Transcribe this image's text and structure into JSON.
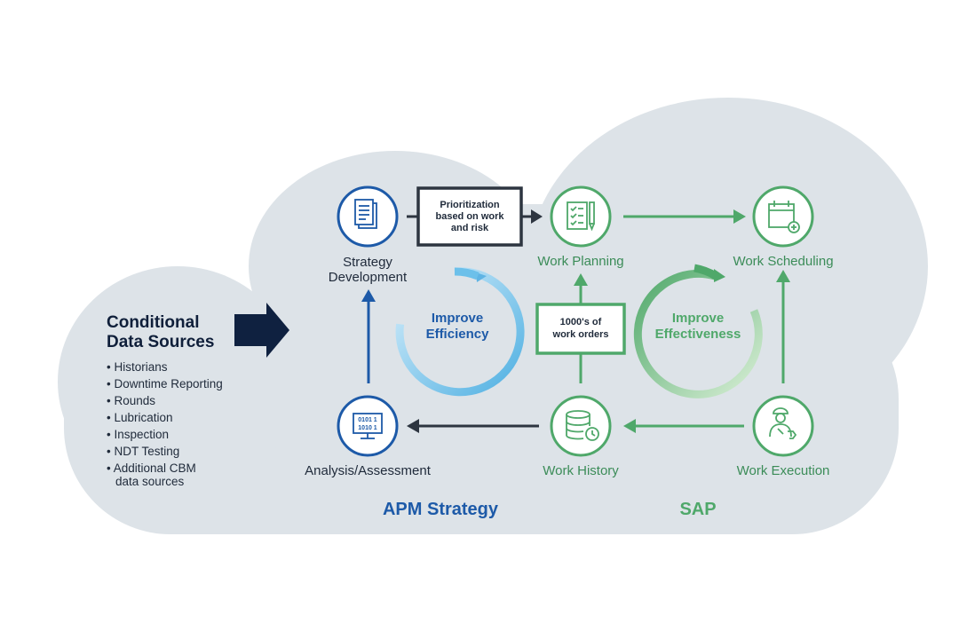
{
  "colors": {
    "cloud": "#dde3e8",
    "navy": "#0f2140",
    "blue": "#1d5aa8",
    "light_blue": "#5fb4e4",
    "green": "#4fa86a",
    "light_green": "#a9d8a4",
    "dark_box": "#2d3540"
  },
  "sources": {
    "title_line1": "Conditional",
    "title_line2": "Data Sources",
    "items": [
      "• Historians",
      "• Downtime Reporting",
      "• Rounds",
      "• Lubrication",
      "• Inspection",
      "• NDT Testing",
      "• Additional CBM"
    ],
    "item_continuation": "data sources"
  },
  "nodes": {
    "strategy_line1": "Strategy",
    "strategy_line2": "Development",
    "analysis": "Analysis/Assessment",
    "planning": "Work Planning",
    "scheduling": "Work Scheduling",
    "history": "Work History",
    "execution": "Work Execution"
  },
  "icons": {
    "strategy": "document-stack-icon",
    "analysis": "binary-monitor-icon",
    "planning": "checklist-pen-icon",
    "scheduling": "calendar-plus-icon",
    "history": "database-clock-icon",
    "execution": "worker-icon"
  },
  "boxes": {
    "prioritization_line1": "Prioritization",
    "prioritization_line2": "based on work",
    "prioritization_line3": "and risk",
    "workorders_line1": "1000's of",
    "workorders_line2": "work orders"
  },
  "cycles": {
    "efficiency_line1": "Improve",
    "efficiency_line2": "Efficiency",
    "effectiveness_line1": "Improve",
    "effectiveness_line2": "Effectiveness"
  },
  "sections": {
    "apm": "APM Strategy",
    "sap": "SAP"
  }
}
